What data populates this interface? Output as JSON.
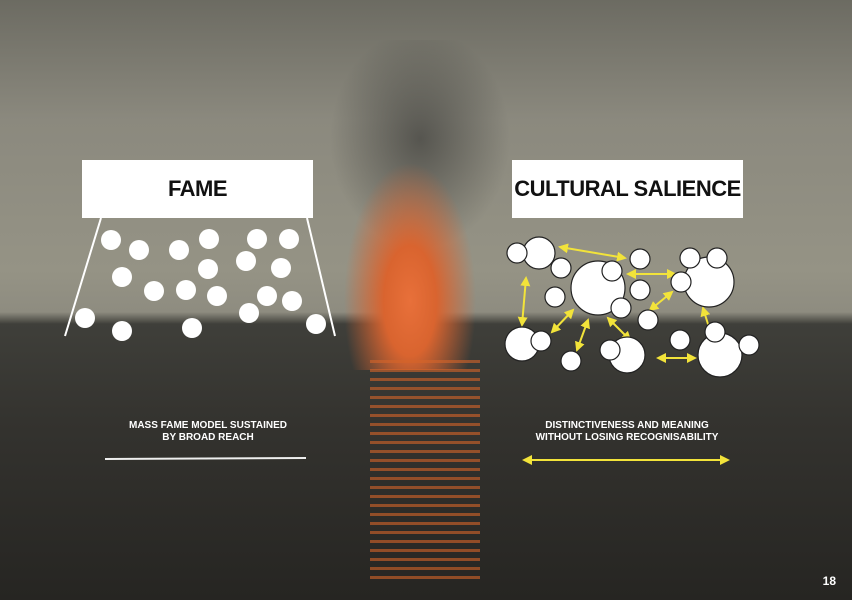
{
  "left_panel": {
    "title": "FAME",
    "caption_line1": "MASS FAME MODEL SUSTAINED",
    "caption_line2": "BY BROAD REACH"
  },
  "right_panel": {
    "title": "CULTURAL SALIENCE",
    "caption_line1": "DISTINCTIVENESS AND MEANING",
    "caption_line2": "WITHOUT LOSING RECOGNISABILITY"
  },
  "page_number": "18",
  "colors": {
    "accent": "#f2e33a",
    "box": "#ffffff"
  }
}
